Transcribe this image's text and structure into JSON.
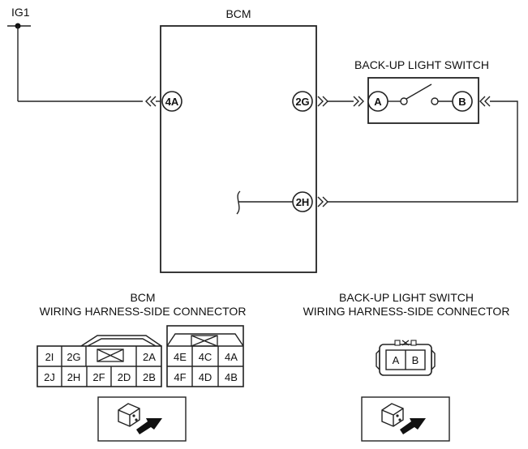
{
  "title": "BCM",
  "power_label": "IG1",
  "switch_label": "BACK-UP LIGHT SWITCH",
  "bcm_terminals": [
    "4A",
    "2G",
    "2H"
  ],
  "switch_terminals": [
    "A",
    "B"
  ],
  "bcm_connector": {
    "caption_line1": "BCM",
    "caption_line2": "WIRING HARNESS-SIDE CONNECTOR",
    "left_block": {
      "row1": [
        "2I",
        "2G",
        "",
        "2A"
      ],
      "row2": [
        "2J",
        "2H",
        "2F",
        "2D",
        "2B"
      ]
    },
    "right_block": {
      "row1": [
        "4E",
        "4C",
        "4A"
      ],
      "row2": [
        "4F",
        "4D",
        "4B"
      ]
    }
  },
  "switch_connector": {
    "caption_line1": "BACK-UP LIGHT SWITCH",
    "caption_line2": "WIRING HARNESS-SIDE CONNECTOR",
    "cells": [
      "A",
      "B"
    ]
  }
}
